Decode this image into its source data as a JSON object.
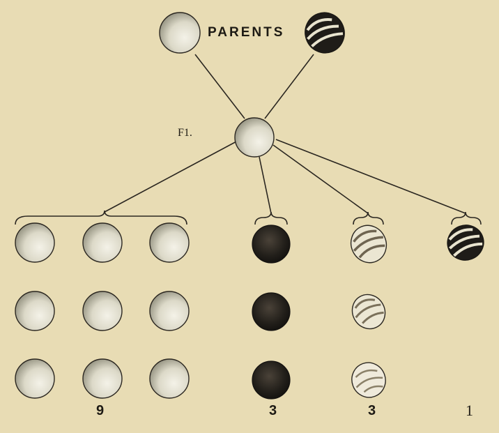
{
  "labels": {
    "parents": "PARENTS",
    "f1": "F1."
  },
  "ratio": {
    "counts": [
      "9",
      "3",
      "3",
      "1"
    ]
  },
  "phenotypes": [
    "plain-smooth",
    "dark-solid",
    "striped-light",
    "striped-dark"
  ],
  "colors": {
    "background": "#e8dcb4",
    "line": "#2a2620",
    "plain_fill": "#efece0",
    "plain_shade": "#9c9a88",
    "dark_fill": "#1e1c18",
    "stripe_dark": "#2a2622",
    "stripe_light": "#e9e4cf"
  }
}
